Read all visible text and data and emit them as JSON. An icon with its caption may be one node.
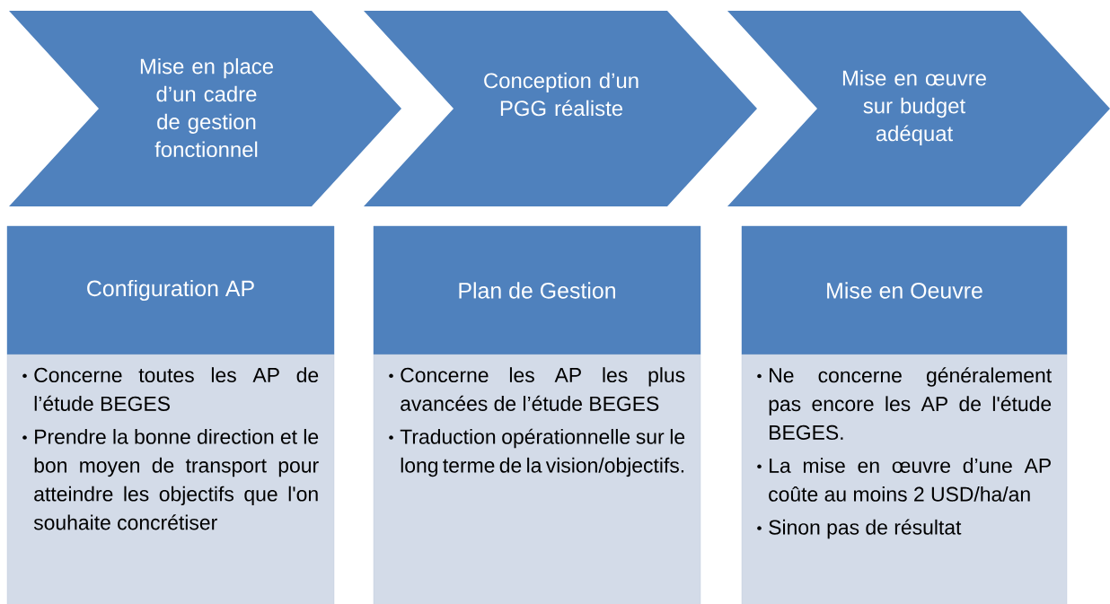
{
  "diagram": {
    "nodes": [
      {
        "text": [
          "Mise en place d’un cadre de gestion fonctionnel"
        ]
      },
      {
        "text": [
          "Conception d’un PGG réaliste"
        ]
      },
      {
        "text": [
          "Mise en œuvre sur budget adéquat"
        ]
      },
      {
        "text": [
          "Configuration AP"
        ]
      },
      {
        "text": [
          "Plan de Gestion"
        ]
      },
      {
        "text": [
          "Mise en Oeuvre"
        ]
      },
      {
        "text": [
          "Concerne toutes les AP de l’étude BEGES",
          "Prendre la bonne direction et le bon moyen de transport pour atteindre les objectifs que l'on souhaite concrétiser"
        ]
      },
      {
        "text": [
          "Concerne les AP les plus avancées de l’étude BEGES",
          "Traduction opérationnelle sur le long terme de la vision/objectifs."
        ]
      },
      {
        "text": [
          "Ne concerne généralement pas encore les AP de l'étude BEGES.",
          "La mise en œuvre d’une AP coûte au moins 2 USD/ha/an",
          "Sinon pas de résultat"
        ]
      }
    ]
  }
}
